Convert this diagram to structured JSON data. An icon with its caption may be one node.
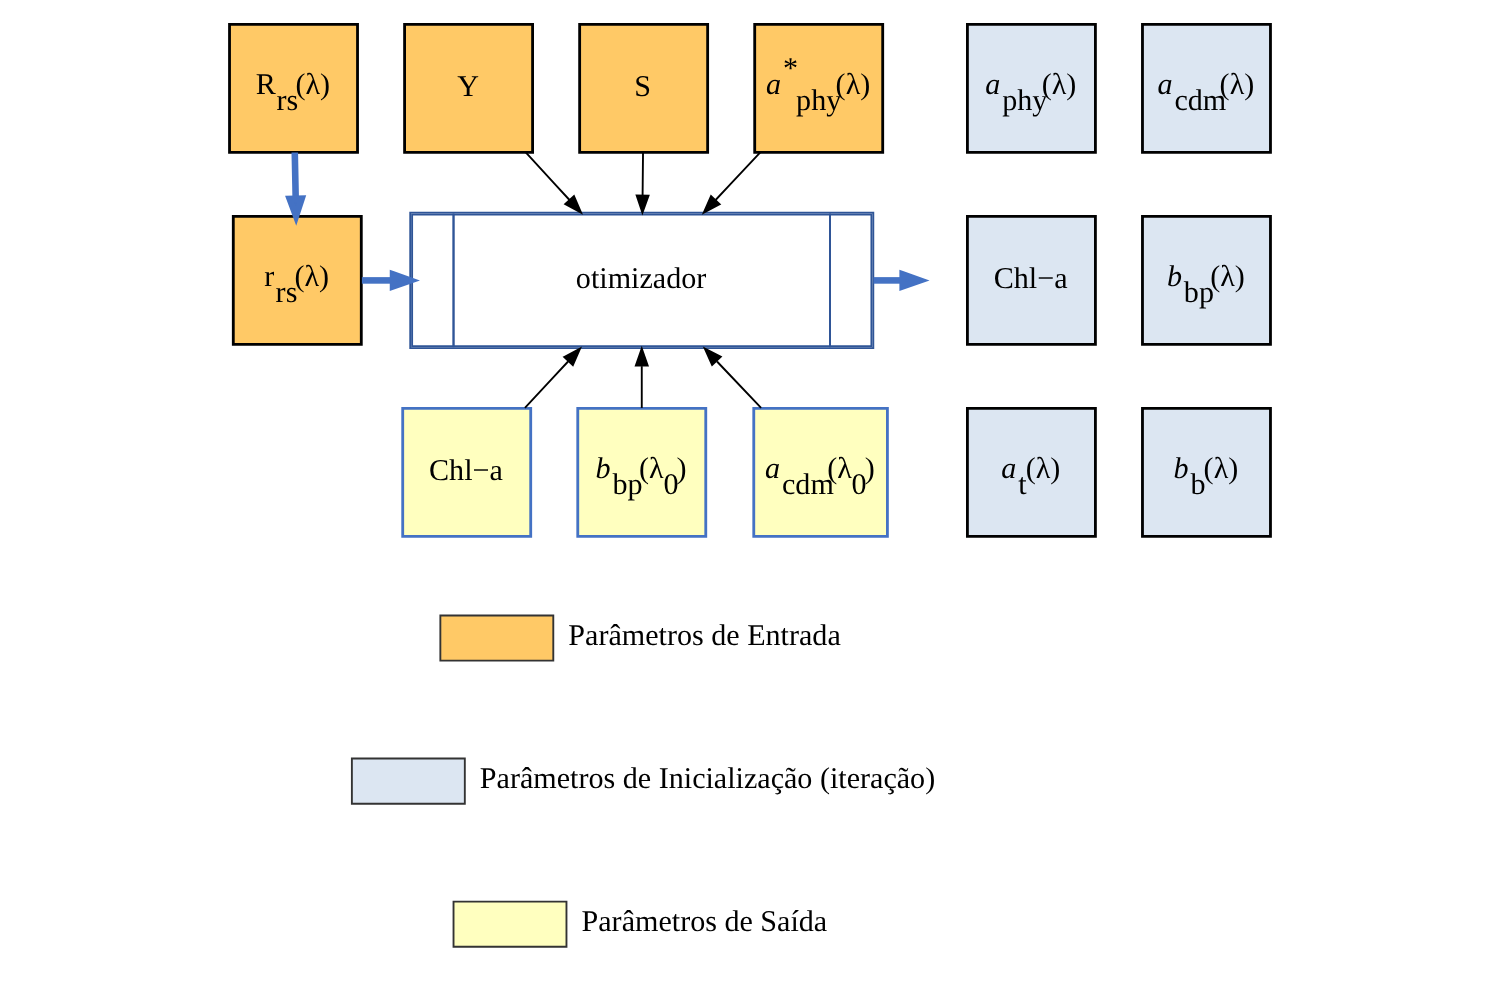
{
  "diagram": {
    "nodes": [
      {
        "text": [
          "R$_{rs}$(λ)"
        ]
      },
      {
        "text": [
          "Y"
        ]
      },
      {
        "text": [
          "S"
        ]
      },
      {
        "text": [
          "*a*$^{*}$$_{phy}$(λ)"
        ]
      },
      {
        "text": [
          "r$_{rs}$(λ)"
        ]
      },
      {
        "text": [
          "otimizador"
        ]
      },
      {
        "text": [
          "Chl−a"
        ]
      },
      {
        "text": [
          "*b*$_{bp}$(λ$_{0}$)"
        ]
      },
      {
        "text": [
          "*a*$_{cdm}$(λ$_{0}$)"
        ]
      },
      {
        "text": [
          "*a*$_{phy}$(λ)"
        ]
      },
      {
        "text": [
          "*a*$_{cdm}$(λ)"
        ]
      },
      {
        "text": [
          "Chl−a"
        ]
      },
      {
        "text": [
          "*b*$_{bp}$(λ)"
        ]
      },
      {
        "text": [
          "*a*$_{t}$(λ)"
        ]
      },
      {
        "text": [
          "*b*$_{b}$(λ)"
        ]
      }
    ],
    "edges": [
      {
        "from": 0,
        "to": 4,
        "arrow": "to",
        "style": "thick",
        "color": "#4472c4"
      },
      {
        "from": 4,
        "to": 5,
        "arrow": "to",
        "style": "thick",
        "color": "#4472c4"
      },
      {
        "from": 1,
        "to": 5,
        "arrow": "to"
      },
      {
        "from": 2,
        "to": 5,
        "arrow": "to"
      },
      {
        "from": 3,
        "to": 5,
        "arrow": "to"
      },
      {
        "from": 6,
        "to": 5,
        "arrow": "to"
      },
      {
        "from": 7,
        "to": 5,
        "arrow": "to"
      },
      {
        "from": 8,
        "to": 5,
        "arrow": "to"
      },
      {
        "from": 5,
        "to": null,
        "arrow": "to",
        "style": "thick",
        "color": "#4472c4"
      }
    ],
    "legend": [
      {
        "text": "Parâmetros de Entrada",
        "color": "#ffc966"
      },
      {
        "text": "Parâmetros de Inicialização (iteração)",
        "color": "#dce6f2"
      },
      {
        "text": "Parâmetros de Saída",
        "color": "#ffffbf"
      }
    ]
  }
}
